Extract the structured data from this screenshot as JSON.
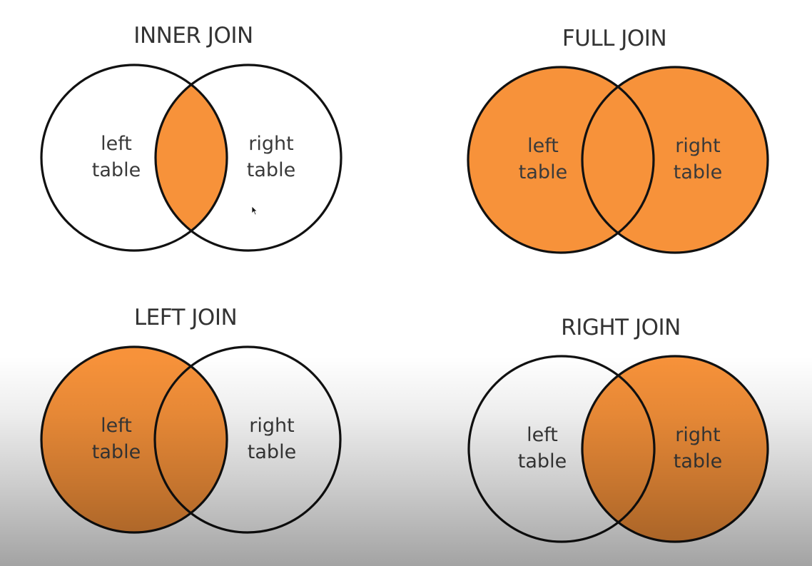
{
  "colors": {
    "fill": "#f7923a",
    "stroke": "#111111",
    "background": "#ffffff"
  },
  "panels": [
    {
      "id": "inner",
      "title": "INNER JOIN",
      "left_label": [
        "left",
        "table"
      ],
      "right_label": [
        "right",
        "table"
      ],
      "fill_left_only": false,
      "fill_intersection": true,
      "fill_right_only": false
    },
    {
      "id": "full",
      "title": "FULL JOIN",
      "left_label": [
        "left",
        "table"
      ],
      "right_label": [
        "right",
        "table"
      ],
      "fill_left_only": true,
      "fill_intersection": true,
      "fill_right_only": true
    },
    {
      "id": "left",
      "title": "LEFT JOIN",
      "left_label": [
        "left",
        "table"
      ],
      "right_label": [
        "right",
        "table"
      ],
      "fill_left_only": true,
      "fill_intersection": true,
      "fill_right_only": false
    },
    {
      "id": "right",
      "title": "RIGHT JOIN",
      "left_label": [
        "left",
        "table"
      ],
      "right_label": [
        "right",
        "table"
      ],
      "fill_left_only": false,
      "fill_intersection": true,
      "fill_right_only": true
    }
  ],
  "cursor_icon": "arrow-pointer-icon"
}
